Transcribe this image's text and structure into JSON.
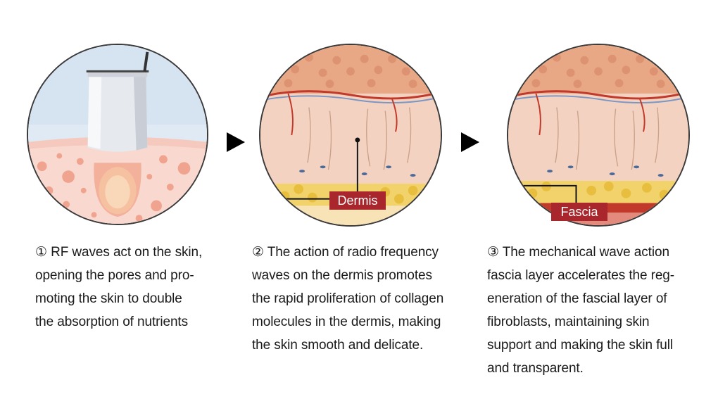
{
  "steps": [
    {
      "number": "①",
      "lines": [
        "① RF waves act on the skin,",
        "opening the pores and pro-",
        "moting the skin to double",
        "the absorption of nutrients"
      ]
    },
    {
      "number": "②",
      "label": "Dermis",
      "lines": [
        "② The action of radio frequency",
        "waves on the dermis promotes",
        "the rapid proliferation of collagen",
        "molecules in the dermis, making",
        "the skin smooth and delicate."
      ]
    },
    {
      "number": "③",
      "label": "Fascia",
      "lines": [
        "③ The mechanical wave action",
        "fascia layer accelerates the reg-",
        "eneration of the fascial layer of",
        "fibroblasts, maintaining skin",
        "support and making the skin full",
        "and transparent."
      ]
    }
  ],
  "colors": {
    "label_bg": "#a8262c",
    "arrow": "#000000",
    "skin": "#f6dccb"
  }
}
